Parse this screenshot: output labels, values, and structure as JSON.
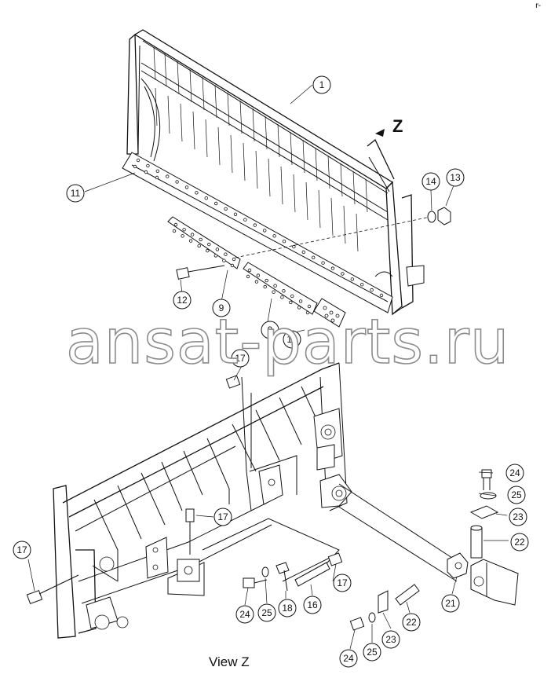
{
  "diagram": {
    "view_label": "View Z",
    "view_arrow_label": "Z",
    "watermark": "ansat-parts.ru",
    "corner_mark": "r-",
    "callouts": [
      {
        "id": "c1",
        "text": "1"
      },
      {
        "id": "c11",
        "text": "11"
      },
      {
        "id": "c14",
        "text": "14"
      },
      {
        "id": "c13",
        "text": "13"
      },
      {
        "id": "c12",
        "text": "12"
      },
      {
        "id": "c9a",
        "text": "9"
      },
      {
        "id": "c9b",
        "text": "9"
      },
      {
        "id": "c10",
        "text": "10"
      },
      {
        "id": "c17a",
        "text": "17"
      },
      {
        "id": "c17b",
        "text": "17"
      },
      {
        "id": "c17c",
        "text": "17"
      },
      {
        "id": "c17d",
        "text": "17"
      },
      {
        "id": "c24a",
        "text": "24"
      },
      {
        "id": "c25a",
        "text": "25"
      },
      {
        "id": "c23a",
        "text": "23"
      },
      {
        "id": "c22a",
        "text": "22"
      },
      {
        "id": "c21",
        "text": "21"
      },
      {
        "id": "c24b",
        "text": "24"
      },
      {
        "id": "c25b",
        "text": "25"
      },
      {
        "id": "c18",
        "text": "18"
      },
      {
        "id": "c16",
        "text": "16"
      },
      {
        "id": "c22b",
        "text": "22"
      },
      {
        "id": "c23b",
        "text": "23"
      },
      {
        "id": "c24c",
        "text": "24"
      },
      {
        "id": "c25c",
        "text": "25"
      }
    ]
  }
}
